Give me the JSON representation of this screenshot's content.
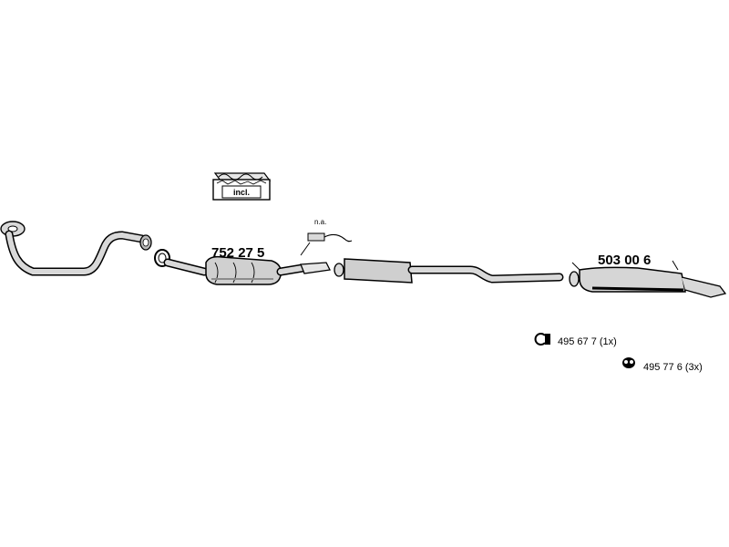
{
  "kit_box": {
    "label": "incl."
  },
  "parts": {
    "catalytic_converter": {
      "number": "752 27 5"
    },
    "sensor_note": {
      "label": "n.a."
    },
    "rear_silencer": {
      "number": "503 00 6"
    }
  },
  "legend": [
    {
      "icon": "clamp-icon",
      "text": "495 67 7 (1x)"
    },
    {
      "icon": "rubber-mount-icon",
      "text": "495 77 6 (3x)"
    }
  ],
  "colors": {
    "line": "#000000",
    "fill_light": "#d9d9d9",
    "fill_mid": "#b8b8b8",
    "fill_dark": "#8c8c8c"
  }
}
